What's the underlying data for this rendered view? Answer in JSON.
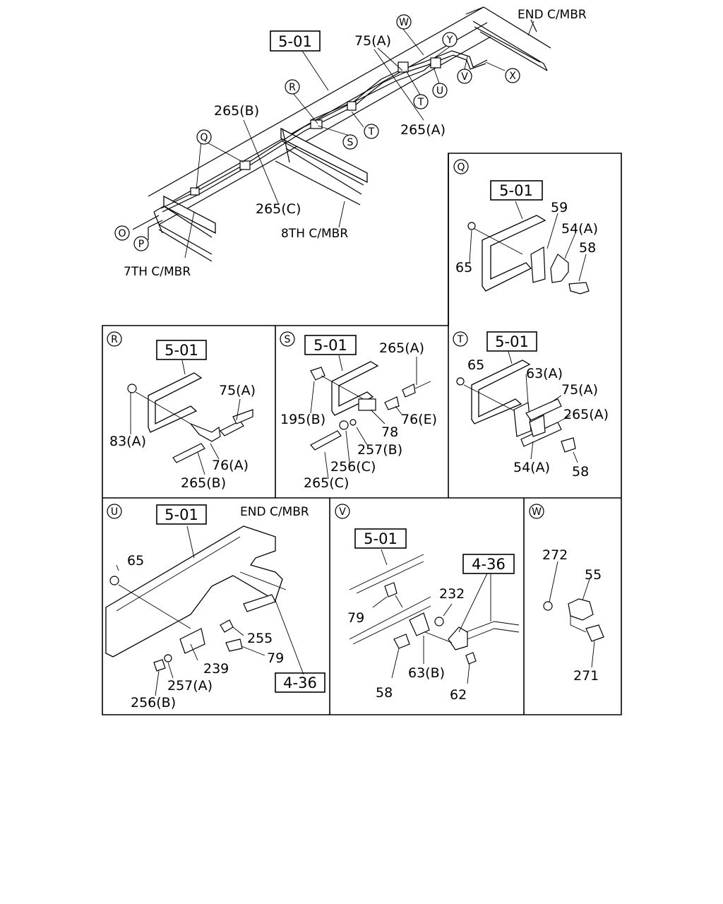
{
  "main": {
    "ref": "5-01",
    "members": {
      "end": "END C/MBR",
      "eighth": "8TH C/MBR",
      "seventh": "7TH C/MBR"
    },
    "parts": {
      "p75a": "75(A)",
      "p265b": "265(B)",
      "p265a": "265(A)",
      "p265c": "265(C)"
    },
    "callouts": {
      "W": "W",
      "Y": "Y",
      "V": "V",
      "X": "X",
      "R": "R",
      "T1": "T",
      "U": "U",
      "S": "S",
      "T2": "T",
      "Q": "Q",
      "O": "O",
      "P": "P"
    }
  },
  "panel_q": {
    "letter": "Q",
    "ref": "5-01",
    "parts": [
      "59",
      "54(A)",
      "58",
      "65"
    ]
  },
  "panel_r": {
    "letter": "R",
    "ref": "5-01",
    "parts": [
      "75(A)",
      "83(A)",
      "76(A)",
      "265(B)"
    ]
  },
  "panel_s": {
    "letter": "S",
    "ref": "5-01",
    "parts": [
      "265(A)",
      "195(B)",
      "78",
      "76(E)",
      "257(B)",
      "256(C)",
      "265(C)"
    ]
  },
  "panel_t": {
    "letter": "T",
    "ref": "5-01",
    "parts": [
      "65",
      "63(A)",
      "75(A)",
      "265(A)",
      "54(A)",
      "58"
    ]
  },
  "panel_u": {
    "letter": "U",
    "ref": "5-01",
    "member": "END C/MBR",
    "parts": [
      "65",
      "255",
      "79",
      "239",
      "257(A)",
      "256(B)"
    ],
    "ref2": "4-36"
  },
  "panel_v": {
    "letter": "V",
    "ref": "5-01",
    "ref2": "4-36",
    "parts": [
      "232",
      "79",
      "63(B)",
      "58",
      "62"
    ]
  },
  "panel_w": {
    "letter": "W",
    "parts": [
      "272",
      "55",
      "271"
    ]
  }
}
